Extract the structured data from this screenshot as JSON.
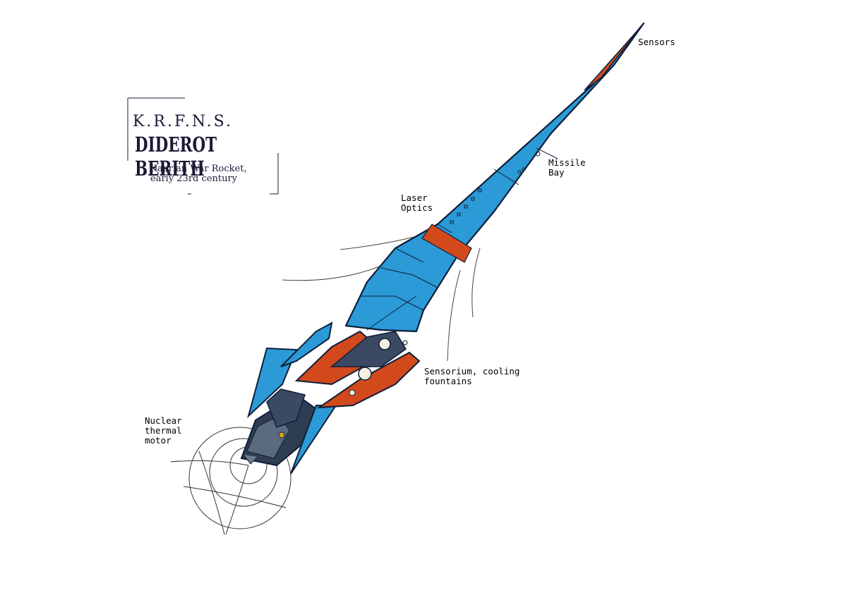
{
  "title": {
    "prefix": "K.R.F.N.S.",
    "name": "DIDEROT BERITH",
    "subtitle_line1": "Kaprian War Rocket,",
    "subtitle_line2": "early 23rd century"
  },
  "labels": {
    "sensors": "Sensors",
    "missile_bay_line1": "Missile",
    "missile_bay_line2": "Bay",
    "laser_optics_line1": "Laser",
    "laser_optics_line2": "Optics",
    "sensorium_line1": "Sensorium, cooling",
    "sensorium_line2": "fountains",
    "motor_line1": "Nuclear",
    "motor_line2": "thermal",
    "motor_line3": "motor"
  },
  "colors": {
    "hull_blue": "#2b9ad6",
    "hull_outline": "#0d1f3a",
    "accent_orange": "#d2491c",
    "engine_dark": "#2e3d52",
    "title_ink": "#1a1a36"
  }
}
